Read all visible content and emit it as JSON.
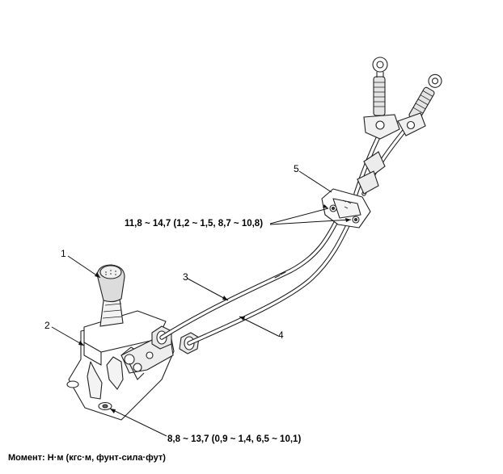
{
  "callouts": {
    "shift_lever_knob": "1",
    "shift_lever_assembly": "2",
    "cable_3": "3",
    "cable_4": "4",
    "cable_bracket": "5"
  },
  "torque_specs": {
    "bracket_bolts": "11,8 ~ 14,7 (1,2 ~ 1,5, 8,7 ~ 10,8)",
    "base_bolts": "8,8 ~ 13,7 (0,9 ~ 1,4, 6,5 ~ 10,1)"
  },
  "caption": "Момент: Н·м (кгс·м, фунт-сила·фут)"
}
